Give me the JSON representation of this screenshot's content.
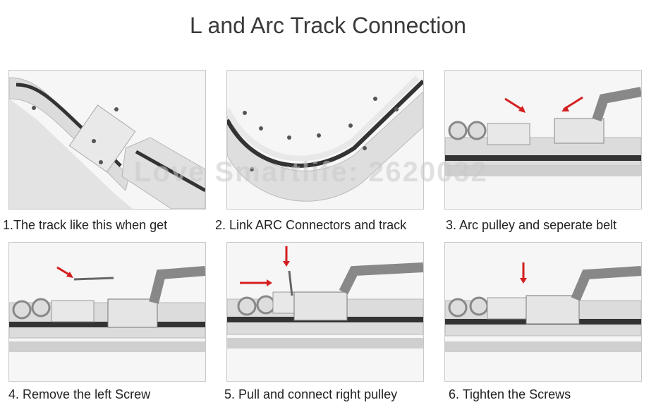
{
  "title": "L and Arc Track Connection",
  "watermark": "Love Smartlife:  2620032",
  "steps": [
    {
      "caption": "1.The track like this when get"
    },
    {
      "caption": "2. Link ARC Connectors and track"
    },
    {
      "caption": "3. Arc pulley and seperate belt"
    },
    {
      "caption": "4. Remove the left Screw"
    },
    {
      "caption": "5. Pull and connect right pulley"
    },
    {
      "caption": "6. Tighten the Screws"
    }
  ],
  "colors": {
    "arrow": "#d41f1f",
    "track": "#d9d9d9",
    "belt": "#333333",
    "panel_bg": "#f4f4f4"
  }
}
